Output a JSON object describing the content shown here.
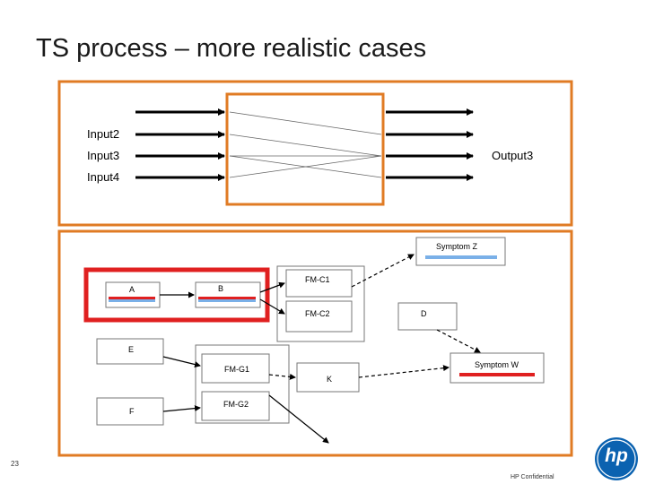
{
  "title": "TS process – more realistic cases",
  "top_panel": {
    "inputs": [
      "Input2",
      "Input3",
      "Input4"
    ],
    "output": "Output3"
  },
  "bottom_panel": {
    "nodes": {
      "symptom_z": "Symptom Z",
      "a": "A",
      "b": "B",
      "fm_c1": "FM-C1",
      "fm_c2": "FM-C2",
      "d": "D",
      "e": "E",
      "fm_g1": "FM-G1",
      "k": "K",
      "symptom_w": "Symptom W",
      "f": "F",
      "fm_g2": "FM-G2"
    }
  },
  "footer": {
    "page_number": "23",
    "confidential": "HP Confidential",
    "logo_text": "hp"
  },
  "colors": {
    "panel_border": "#e07b24",
    "highlight_red": "#e02020",
    "bar_red": "#e02020",
    "bar_blue": "#7ab0e8",
    "logo_blue": "#0b62b0"
  }
}
